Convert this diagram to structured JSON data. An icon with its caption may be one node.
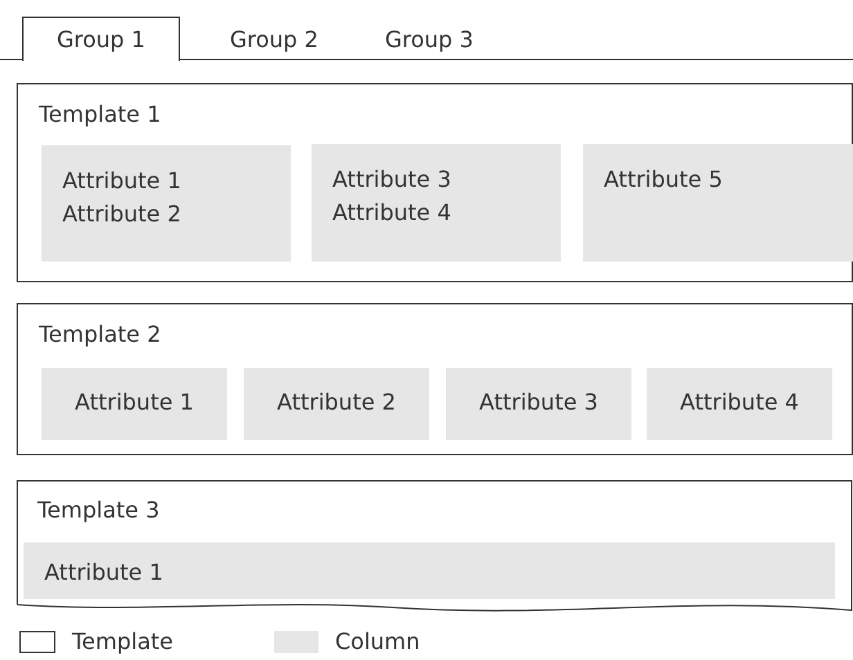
{
  "diagram": {
    "nodes": [
      {
        "text": [
          "Group 1"
        ]
      },
      {
        "text": [
          "Template 1"
        ]
      },
      {
        "text": [
          "Attribute 1",
          "Attribute 2"
        ],
        "in": 1
      },
      {
        "text": [
          "Attribute 3",
          "Attribute 4"
        ],
        "in": 1
      },
      {
        "text": [
          "Attribute 5"
        ],
        "in": 1
      },
      {
        "text": [
          "Template 2"
        ]
      },
      {
        "text": [
          "Attribute 1"
        ],
        "in": 5
      },
      {
        "text": [
          "Attribute 2"
        ],
        "in": 5
      },
      {
        "text": [
          "Attribute 3"
        ],
        "in": 5
      },
      {
        "text": [
          "Attribute 4"
        ],
        "in": 5
      },
      {
        "text": [
          "Template 3"
        ]
      },
      {
        "text": [
          "Attribute 1"
        ],
        "in": 10
      }
    ],
    "labels": [
      "Group 2",
      "Group 3"
    ],
    "legend": [
      {
        "text": "Template"
      },
      {
        "text": "Column",
        "color": "#e6e6e6"
      }
    ]
  }
}
